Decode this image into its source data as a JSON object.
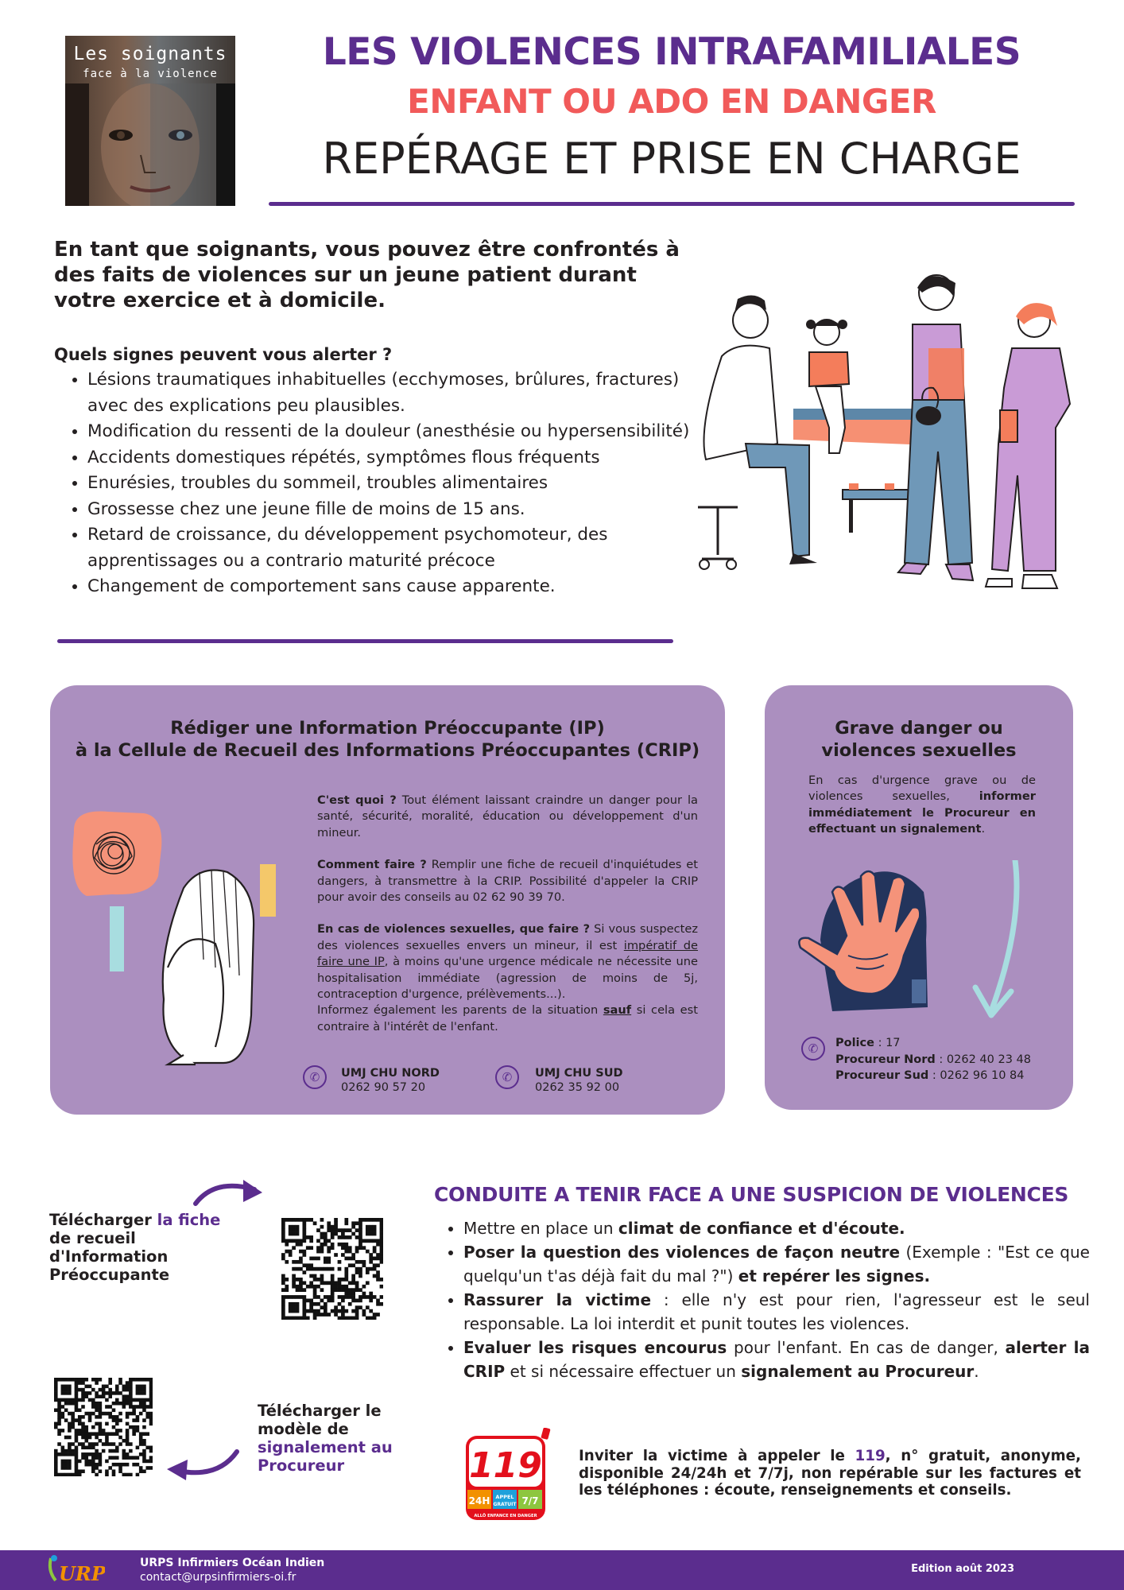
{
  "header": {
    "logo_title": "Les soignants",
    "logo_subtitle": "face à la violence",
    "title_line1": "LES VIOLENCES INTRAFAMILIALES",
    "title_line2": "ENFANT OU ADO EN DANGER",
    "title_line3": "REPÉRAGE ET PRISE EN CHARGE"
  },
  "intro": {
    "text": "En tant que soignants, vous pouvez être confrontés à des faits de violences sur un jeune patient durant votre exercice et à domicile.",
    "signs_title": "Quels signes peuvent vous alerter ?",
    "signs": [
      "Lésions traumatiques inhabituelles (ecchymoses, brûlures, fractures) avec des explications peu plausibles.",
      "Modification du ressenti de la douleur (anesthésie ou hypersensibilité)",
      "Accidents domestiques répétés, symptômes flous fréquents",
      "Enurésies, troubles du sommeil, troubles alimentaires",
      "Grossesse chez une jeune fille de moins de 15 ans.",
      "Retard de croissance, du développement psychomoteur, des apprentissages ou a contrario maturité précoce",
      "Changement de comportement sans cause apparente."
    ]
  },
  "ip_box": {
    "title_a": "Rédiger une Information Préoccupante (",
    "title_b": "IP",
    "title_c": ")",
    "title_d": "à la Cellule de Recueil des Informations Préoccupantes (",
    "title_e": "CRIP",
    "title_f": ")",
    "q1": "C'est quoi ?",
    "a1": " Tout élément laissant craindre un danger pour la santé, sécurité, moralité, éducation ou développement d'un mineur.",
    "q2": "Comment faire ?",
    "a2": " Remplir une fiche de recueil d'inquiétudes et dangers, à transmettre à la CRIP. Possibilité d'appeler la CRIP pour avoir des conseils au 02 62 90 39 70.",
    "q3": "En cas de violences sexuelles, que faire ?",
    "a3a": " Si vous suspectez des violences sexuelles envers un mineur, il est ",
    "a3b": "impératif de faire une IP",
    "a3c": ", à moins qu'une urgence médicale ne nécessite une hospitalisation immédiate (agression de moins de 5j, contraception d'urgence, prélèvements...).",
    "a4a": "Informez également les parents de la situation ",
    "a4b": "sauf",
    "a4c": " si cela est contraire à l'intérêt de l'enfant.",
    "contact1_name": "UMJ CHU NORD",
    "contact1_phone": "0262 90 57 20",
    "contact2_name": "UMJ CHU SUD",
    "contact2_phone": "0262 35 92 00"
  },
  "danger_box": {
    "title_line1": "Grave danger ou",
    "title_line2": "violences sexuelles",
    "body_a": "En cas d'urgence grave ou de violences sexuelles, ",
    "body_b": "informer immédiatement le Procureur en effectuant un signalement",
    "body_c": ".",
    "police_label": "Police",
    "police_value": " : 17",
    "nord_label": "Procureur Nord",
    "nord_value": " : 0262 40 23 48",
    "sud_label": "Procureur Sud",
    "sud_value": " : 0262 96 10 84"
  },
  "download1": {
    "part_a": "Télécharger ",
    "part_b": "la fiche",
    "part_c": "de recueil d'Information Préoccupante"
  },
  "download2": {
    "part_a": "Télécharger le modèle de ",
    "part_b": "signalement au Procureur"
  },
  "conduite": {
    "title": "CONDUITE A TENIR FACE A UNE SUSPICION DE VIOLENCES",
    "i1a": "Mettre en place un ",
    "i1b": "climat de confiance et d'écoute.",
    "i2a": "Poser la question des violences de façon neutre",
    "i2b": " (Exemple : \"Est ce que quelqu'un t'as déjà fait du mal ?\") ",
    "i2c": "et repérer les signes.",
    "i3a": "Rassurer la victime",
    "i3b": " : elle n'y est pour rien, l'agresseur est le seul responsable. La loi interdit et punit toutes les violences.",
    "i4a": "Evaluer les risques encourus",
    "i4b": " pour l'enfant. En cas de danger, ",
    "i4c": "alerter la CRIP",
    "i4d": " et si nécessaire effectuer un ",
    "i4e": "signalement au Procureur",
    "i4f": "."
  },
  "call119": {
    "logo_number": "119",
    "logo_24h": "24H",
    "logo_appel": "APPEL",
    "logo_gratuit": "GRATUIT",
    "logo_77": "7/7",
    "logo_caption": "ALLÔ ENFANCE EN DANGER",
    "text_a": "Inviter la victime à appeler le ",
    "text_b": "119",
    "text_c": ", n° gratuit, anonyme, disponible 24/24h et 7/7j, non repérable sur les factures et les téléphones : écoute, renseignements et conseils."
  },
  "footer": {
    "logo_text": "URPS",
    "org_name": "URPS Infirmiers Océan Indien",
    "email": "contact@urpsinfirmiers-oi.fr",
    "edition": "Edition août 2023"
  },
  "colors": {
    "purple": "#5b2d8e",
    "coral": "#f15a5a",
    "lavender": "#ab8fbf",
    "dark": "#231f20"
  }
}
